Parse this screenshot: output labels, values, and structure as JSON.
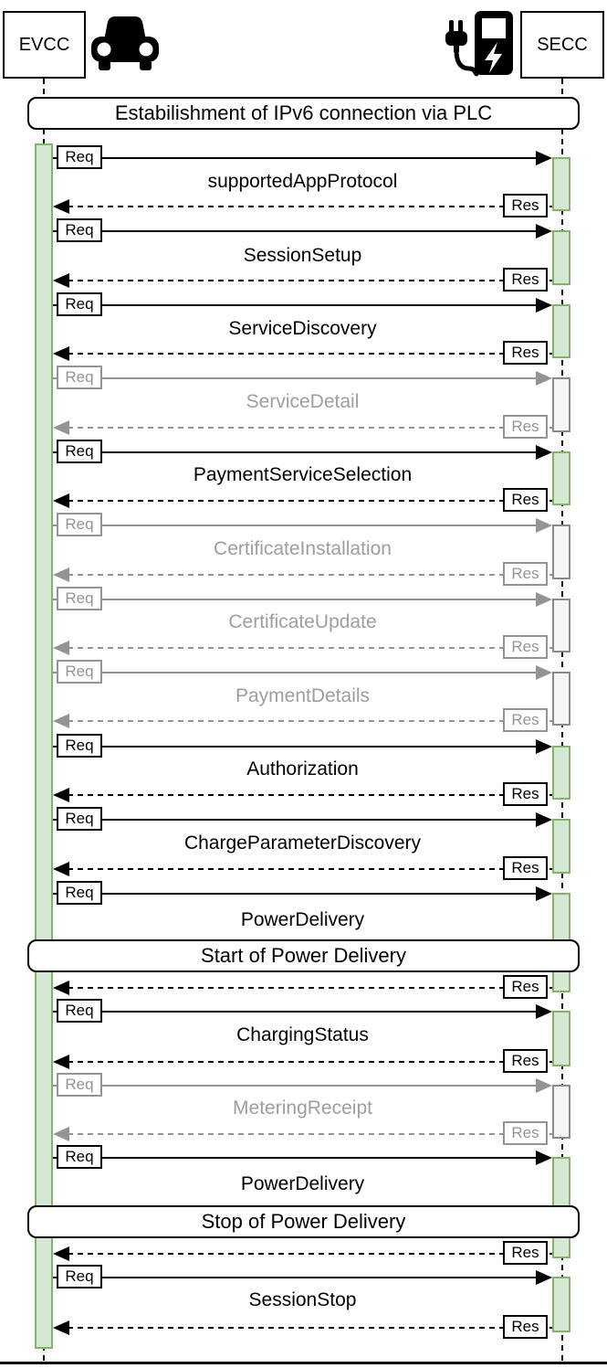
{
  "diagram_type": "sequence-diagram",
  "actors": {
    "left": {
      "label": "EVCC",
      "icon": "car-icon"
    },
    "right": {
      "label": "SECC",
      "icon": "charging-station-icon"
    }
  },
  "banners": {
    "ipv6": "Estabilishment of IPv6 connection via PLC",
    "start_power": "Start of Power Delivery",
    "stop_power": "Stop of Power Delivery"
  },
  "labels": {
    "req": "Req",
    "res": "Res"
  },
  "colors": {
    "mandatory": "#000000",
    "optional": "#949494",
    "activation_fill": "#d5e8d4",
    "activation_border": "#82b366",
    "optional_activation_fill": "#f5f5f5",
    "optional_activation_border": "#8a8a8a"
  },
  "messages": [
    {
      "name": "supportedAppProtocol",
      "optional": false
    },
    {
      "name": "SessionSetup",
      "optional": false
    },
    {
      "name": "ServiceDiscovery",
      "optional": false
    },
    {
      "name": "ServiceDetail",
      "optional": true
    },
    {
      "name": "PaymentServiceSelection",
      "optional": false
    },
    {
      "name": "CertificateInstallation",
      "optional": true
    },
    {
      "name": "CertificateUpdate",
      "optional": true
    },
    {
      "name": "PaymentDetails",
      "optional": true
    },
    {
      "name": "Authorization",
      "optional": false
    },
    {
      "name": "ChargeParameterDiscovery",
      "optional": false
    },
    {
      "name": "PowerDelivery",
      "optional": false
    },
    {
      "name": "ChargingStatus",
      "optional": false
    },
    {
      "name": "MeteringReceipt",
      "optional": true
    },
    {
      "name": "PowerDelivery",
      "optional": false
    },
    {
      "name": "SessionStop",
      "optional": false
    }
  ]
}
